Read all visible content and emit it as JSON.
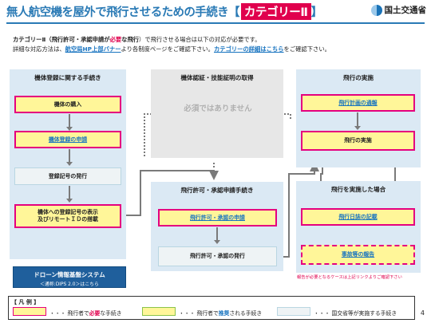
{
  "header": {
    "title": "無人航空機を屋外で飛行させるための手続き",
    "bracket_open": "【",
    "category_badge": "カテゴリーⅡ",
    "bracket_close": "】",
    "ministry": "国土交通省"
  },
  "intro": {
    "l1_a": "カテゴリーⅡ（",
    "l1_b": "飛行許可・承認申請が",
    "l1_c": "必要",
    "l1_d": "な飛行",
    "l1_e": "）で飛行させる場合は以下の対応が必要です。",
    "l2_a": "詳細な対応方法は、",
    "l2_b": "航空局HP上部バナー",
    "l2_c": "より各制度ページをご確認下さい。",
    "l2_d": "カテゴリーの詳細はこちら",
    "l2_e": "をご確認下さい。"
  },
  "panels": {
    "registration": {
      "title": "機体登録に関する手続き",
      "purchase": "機体の購入",
      "apply": "機体登録の申請",
      "issue": "登録記号の発行",
      "mark_l1": "機体への登録記号の表示",
      "mark_l2": "及びリモートＩＤの搭載"
    },
    "certification": {
      "title": "機体認証・技能証明の取得",
      "note": "必須ではありません"
    },
    "permission": {
      "title": "飛行許可・承認申請手続き",
      "apply": "飛行許可・承認の申請",
      "issue": "飛行許可・承認の発行"
    },
    "flight": {
      "title": "飛行の実施",
      "plan": "飛行計画の通報",
      "perform": "飛行の実施"
    },
    "after": {
      "title": "飛行を実施した場合",
      "log": "飛行日誌の記載",
      "accident": "事故等の報告",
      "note": "報告が必要となるケースは上記リンクよりご確認下さい"
    }
  },
  "dips": {
    "title": "ドローン情報基盤システム",
    "sub": "＜通称:DIPS 2.0＞はこちら"
  },
  "legend": {
    "title": "【 凡 例 】",
    "req_a": "・・・ 飛行者で",
    "req_b": "必要",
    "req_c": "な手続き",
    "rec_a": "・・・ 飛行者で",
    "rec_b": "推奨",
    "rec_c": "される手続き",
    "gov": "・・・ 国交省等が実施する手続き"
  },
  "page_number": "4",
  "colors": {
    "brand_blue": "#2a7ab5",
    "required_border": "#e5007f",
    "recommended_border": "#8bc34a",
    "box_fill": "#fff699",
    "panel_blue": "#dbe9f4",
    "panel_gray": "#e7e7e7",
    "accent_red": "#e0004d"
  }
}
